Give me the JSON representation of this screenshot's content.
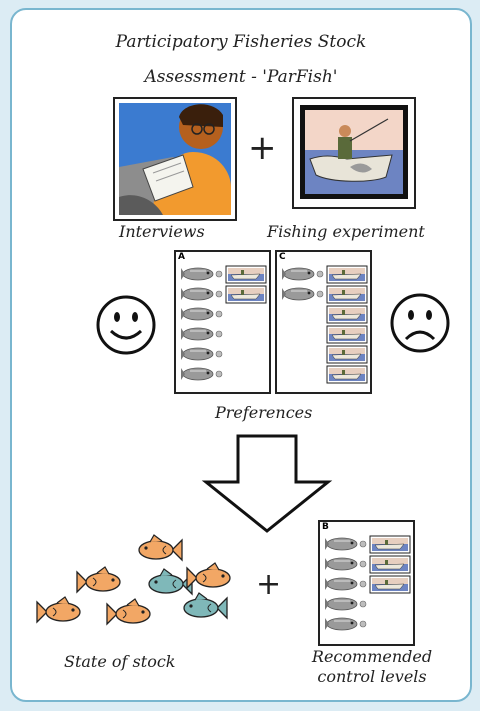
{
  "title": {
    "line1": "Participatory Fisheries Stock",
    "line2": "Assessment - 'ParFish'"
  },
  "interviews_label": "Interviews",
  "plus_sign": "+",
  "fishing_label": "Fishing experiment",
  "preferences_label": "Preferences",
  "stock_label": "State of stock",
  "recommended_label": {
    "line1": "Recommended",
    "line2": "control levels"
  },
  "panels": [
    {
      "id": "A",
      "fish": 6,
      "boats": 2
    },
    {
      "id": "C",
      "fish": 2,
      "boats": 6
    },
    {
      "id": "B",
      "fish": 5,
      "boats": 3
    }
  ],
  "colors": {
    "frame_border": "#79b6cf",
    "background": "#dcecf4",
    "fish_orange": "#f2a765",
    "fish_teal": "#7fb8b9",
    "boat_water": "#6d84c2"
  }
}
